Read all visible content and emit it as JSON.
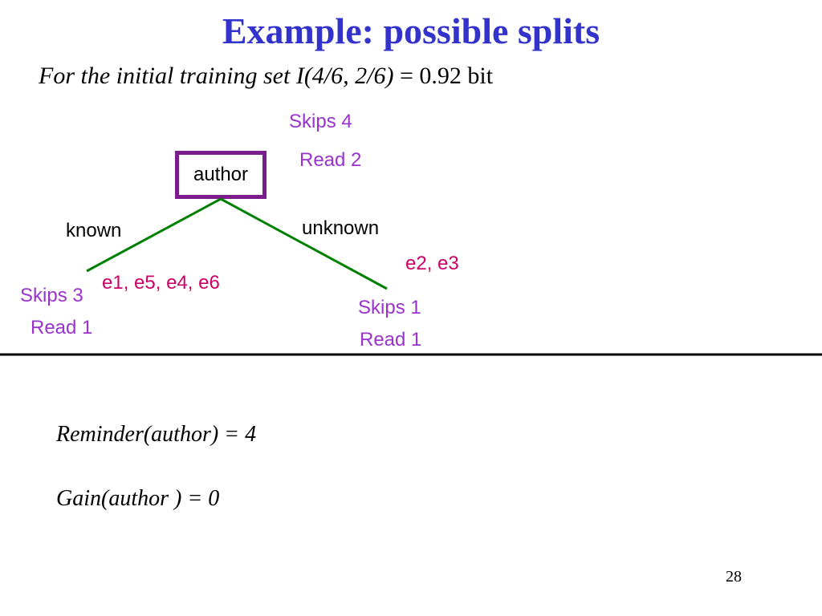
{
  "slide": {
    "title": "Example: possible splits",
    "subtitle_italic": "For the initial training set  I(4/6, 2/6)",
    "subtitle_plain": " = 0.92 bit",
    "page_number": "28"
  },
  "tree": {
    "root": {
      "label": "author",
      "skips": "Skips 4",
      "reads": "Read 2"
    },
    "branches": [
      {
        "edge_label": "known",
        "examples": "e1, e5, e4, e6",
        "skips": "Skips 3",
        "reads": "Read 1"
      },
      {
        "edge_label": "unknown",
        "examples": "e2, e3",
        "skips": "Skips 1",
        "reads": "Read 1"
      }
    ]
  },
  "formulas": {
    "reminder": "Reminder(author) = 4",
    "gain": "Gain(author ) = 0"
  },
  "colors": {
    "title": "#3333cc",
    "counts": "#9933cc",
    "examples": "#cc0066",
    "edges": "#008000",
    "root_border": "#7a1c8c"
  }
}
